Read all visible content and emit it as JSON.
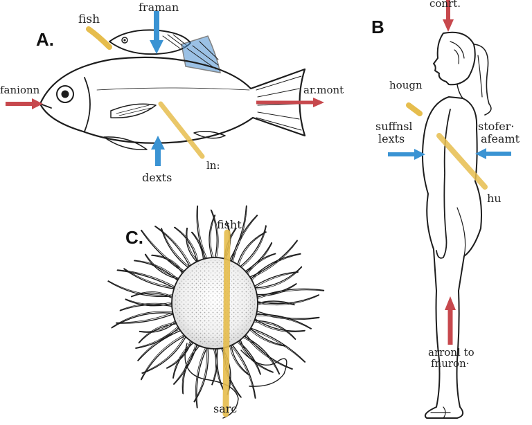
{
  "panels": {
    "a": {
      "letter": "A.",
      "labels": {
        "fish": "fish",
        "top": "framan",
        "left": "fanionn",
        "right": "ar.mont",
        "bottom": "dexts",
        "mid": "ln:"
      }
    },
    "b": {
      "letter": "B",
      "labels": {
        "top": "conrt.",
        "head": "hougn",
        "left_1": "suffnsl",
        "left_2": "lexts",
        "right_1": "stofer·",
        "right_2": "afeamt",
        "hip": "hu",
        "bottom_1": "arronl to",
        "bottom_2": "fnuron·"
      }
    },
    "c": {
      "letter": "C.",
      "labels": {
        "top": "fisht",
        "bottom": "sarc"
      }
    }
  },
  "colors": {
    "red": "#c7484d",
    "blue": "#3a93d3",
    "yellow": "#e6bd4d",
    "ink": "#1d1d1d"
  }
}
